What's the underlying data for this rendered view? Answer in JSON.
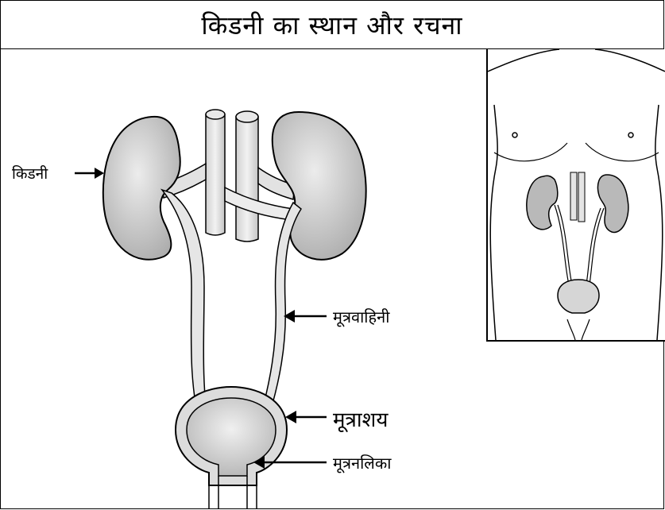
{
  "title": "किडनी का स्थान और रचना",
  "labels": {
    "kidney": "किडनी",
    "ureter": "मूत्रवाहिनी",
    "bladder": "मूत्राशय",
    "urethra": "मूत्रनलिका"
  },
  "colors": {
    "organ_fill": "#c8c8c8",
    "tube_fill": "#e4e4e4",
    "outline": "#000000"
  }
}
